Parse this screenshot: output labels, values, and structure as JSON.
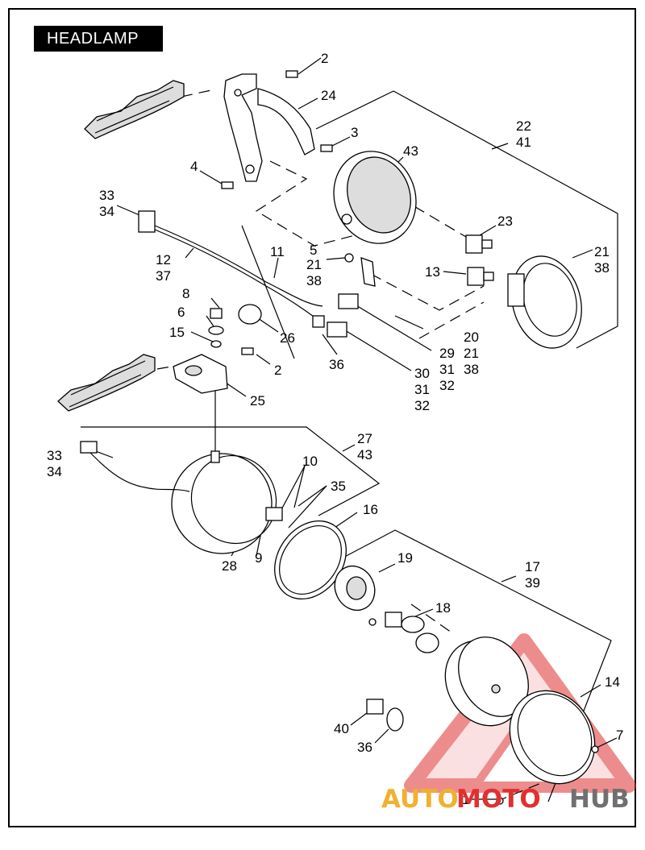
{
  "title": "HEADLAMP",
  "watermark": {
    "left": "AUTO",
    "middle": "MOTO",
    "right": "HUB",
    "color_red": "#e03030",
    "color_gold": "#f0b030",
    "color_gray": "#707070"
  },
  "callouts": [
    {
      "id": "c2a",
      "text": "2"
    },
    {
      "id": "c24",
      "text": "24"
    },
    {
      "id": "c3",
      "text": "3"
    },
    {
      "id": "c22",
      "text": "22"
    },
    {
      "id": "c41a",
      "text": "41"
    },
    {
      "id": "c43a",
      "text": "43"
    },
    {
      "id": "c4",
      "text": "4"
    },
    {
      "id": "c33a",
      "text": "33"
    },
    {
      "id": "c34a",
      "text": "34"
    },
    {
      "id": "c23",
      "text": "23"
    },
    {
      "id": "c12",
      "text": "12"
    },
    {
      "id": "c37",
      "text": "37"
    },
    {
      "id": "c11",
      "text": "11"
    },
    {
      "id": "c5",
      "text": "5"
    },
    {
      "id": "c21a",
      "text": "21"
    },
    {
      "id": "c38a",
      "text": "38"
    },
    {
      "id": "c13",
      "text": "13"
    },
    {
      "id": "c21b",
      "text": "21"
    },
    {
      "id": "c38b",
      "text": "38"
    },
    {
      "id": "c8",
      "text": "8"
    },
    {
      "id": "c6",
      "text": "6"
    },
    {
      "id": "c15",
      "text": "15"
    },
    {
      "id": "c26",
      "text": "26"
    },
    {
      "id": "c2b",
      "text": "2"
    },
    {
      "id": "c20",
      "text": "20"
    },
    {
      "id": "c21c",
      "text": "21"
    },
    {
      "id": "c38c",
      "text": "38"
    },
    {
      "id": "c29",
      "text": "29"
    },
    {
      "id": "c31a",
      "text": "31"
    },
    {
      "id": "c32a",
      "text": "32"
    },
    {
      "id": "c36a",
      "text": "36"
    },
    {
      "id": "c30",
      "text": "30"
    },
    {
      "id": "c31b",
      "text": "31"
    },
    {
      "id": "c32b",
      "text": "32"
    },
    {
      "id": "c25",
      "text": "25"
    },
    {
      "id": "c27",
      "text": "27"
    },
    {
      "id": "c43b",
      "text": "43"
    },
    {
      "id": "c33b",
      "text": "33"
    },
    {
      "id": "c34b",
      "text": "34"
    },
    {
      "id": "c10",
      "text": "10"
    },
    {
      "id": "c35",
      "text": "35"
    },
    {
      "id": "c16",
      "text": "16"
    },
    {
      "id": "c28",
      "text": "28"
    },
    {
      "id": "c9",
      "text": "9"
    },
    {
      "id": "c17",
      "text": "17"
    },
    {
      "id": "c39",
      "text": "39"
    },
    {
      "id": "c19",
      "text": "19"
    },
    {
      "id": "c18",
      "text": "18"
    },
    {
      "id": "c14",
      "text": "14"
    },
    {
      "id": "c40",
      "text": "40"
    },
    {
      "id": "c7",
      "text": "7"
    },
    {
      "id": "c36b",
      "text": "36"
    },
    {
      "id": "c1",
      "text": "1"
    }
  ]
}
